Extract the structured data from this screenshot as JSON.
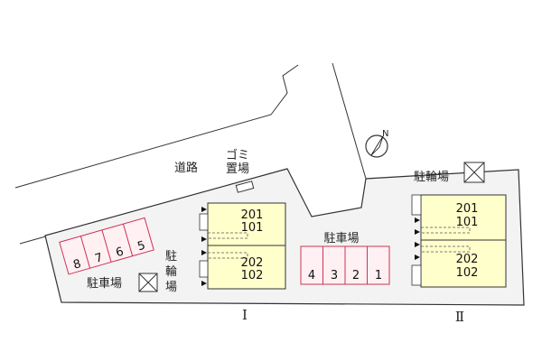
{
  "colors": {
    "lot": "#f3f3f3",
    "building": "#ffffcc",
    "parking_fill": "#fff0f3",
    "parking_stroke": "#cc3355",
    "line": "#333333"
  },
  "map": {
    "road_label": "道路",
    "garbage_label": [
      "ゴミ",
      "置場"
    ],
    "north_letter": "N"
  },
  "building_1": {
    "name": "Ⅰ",
    "upper_units": [
      "201",
      "101"
    ],
    "lower_units": [
      "202",
      "102"
    ]
  },
  "building_2": {
    "name": "Ⅱ",
    "upper_units": [
      "201",
      "101"
    ],
    "lower_units": [
      "202",
      "102"
    ]
  },
  "parking_west": {
    "label": "駐車場",
    "spaces": [
      "8",
      "7",
      "6",
      "5"
    ]
  },
  "parking_center": {
    "label": "駐車場",
    "spaces": [
      "4",
      "3",
      "2",
      "1"
    ]
  },
  "bicycle_west": {
    "label": [
      "駐",
      "輪",
      "場"
    ]
  },
  "bicycle_east": {
    "label": "駐輪場"
  }
}
